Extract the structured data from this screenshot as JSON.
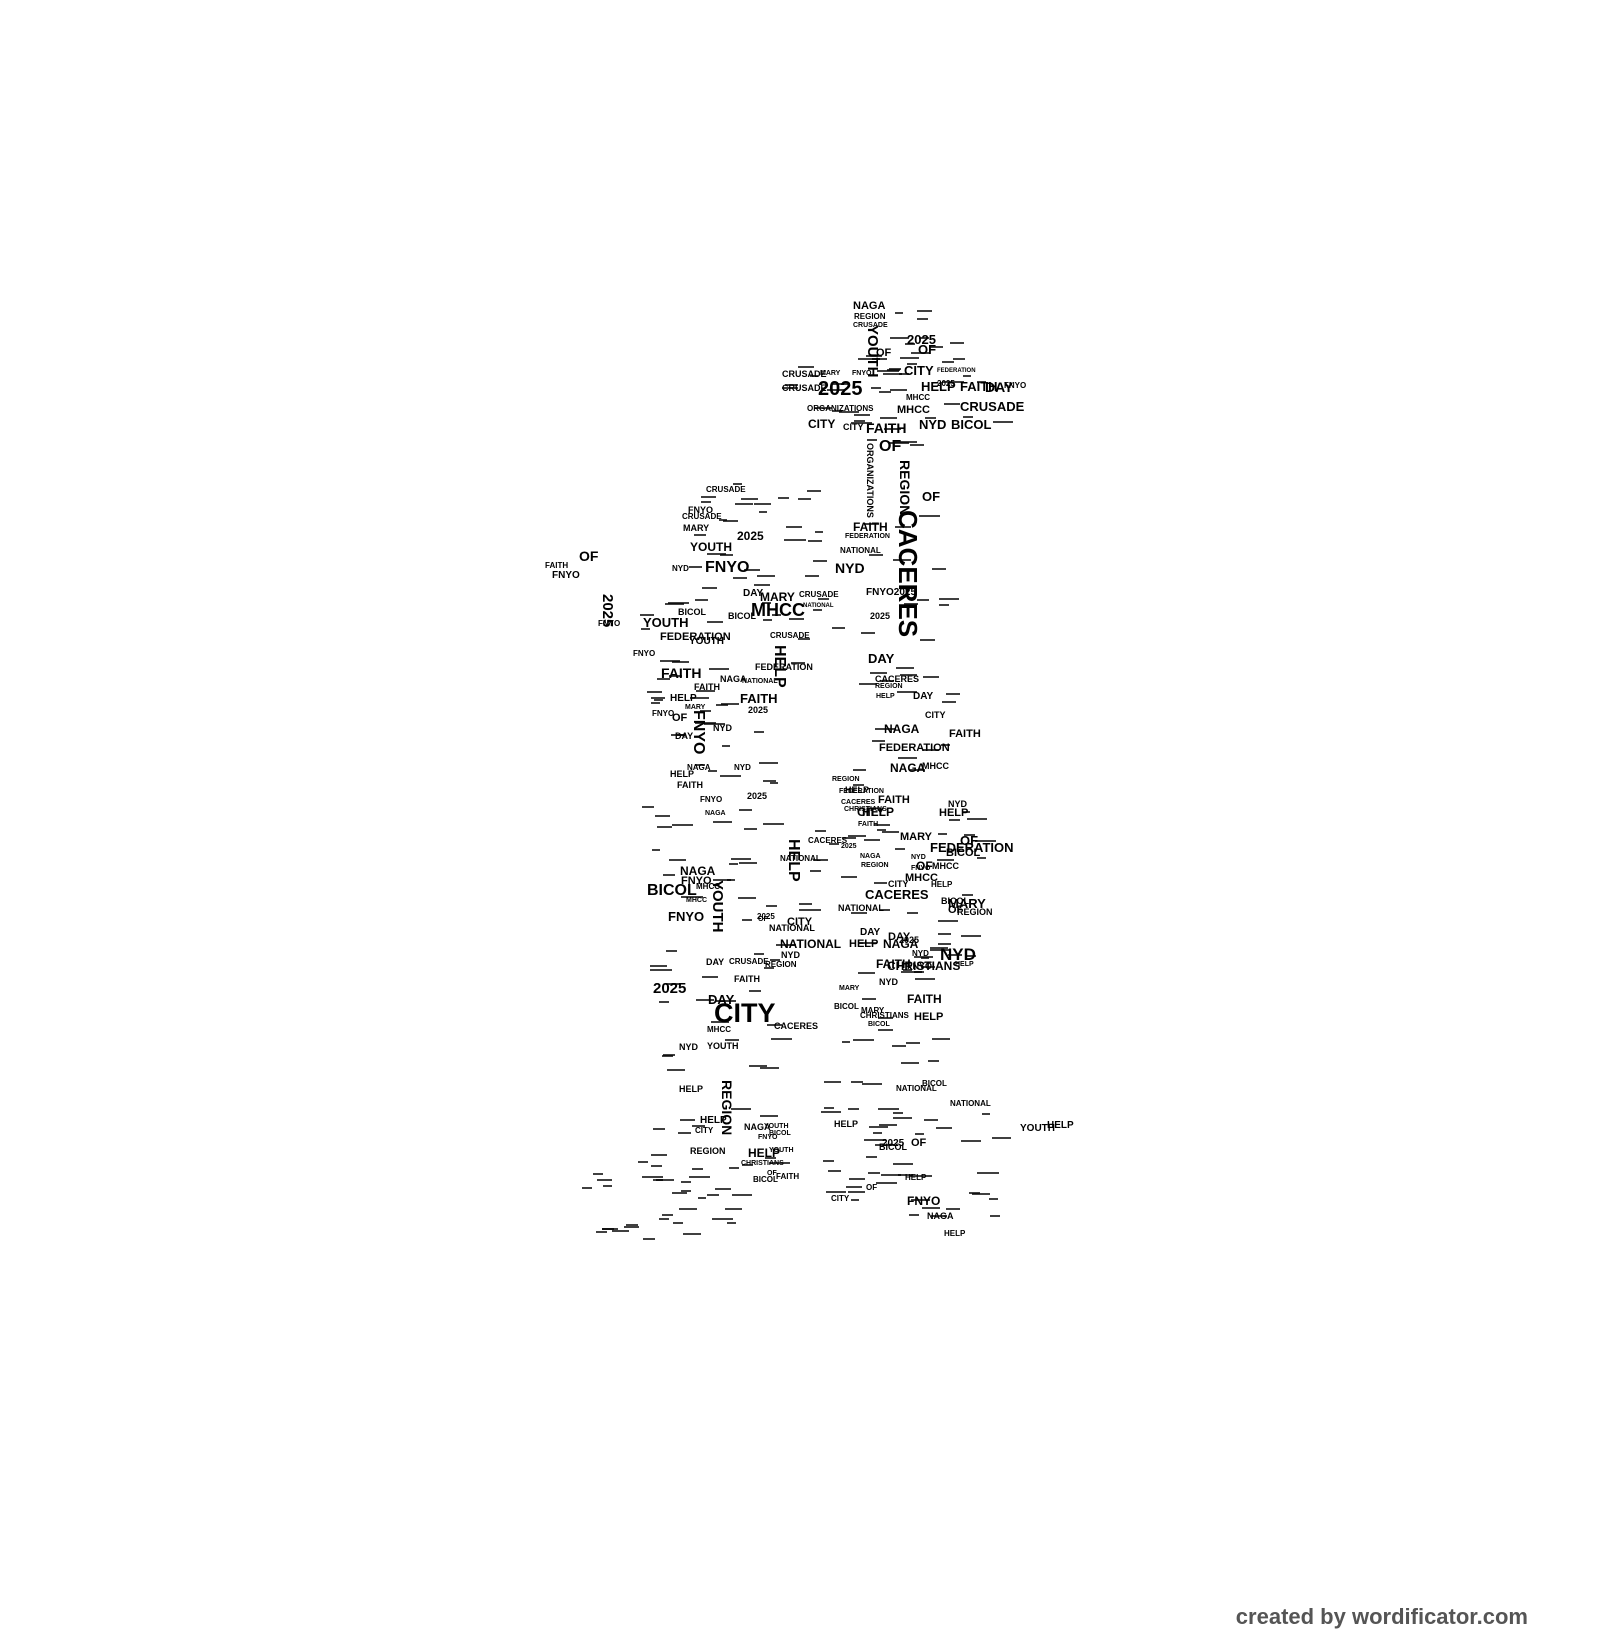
{
  "credit": "created by wordificator.com",
  "colors": {
    "text": "#000000",
    "background": "#ffffff",
    "credit": "#555555"
  },
  "words": [
    {
      "text": "NAGA"
    },
    {
      "text": "REGION"
    },
    {
      "text": "CRUSADE"
    },
    {
      "text": "OF"
    },
    {
      "text": "2025"
    },
    {
      "text": "YOUTH"
    },
    {
      "text": "OF"
    },
    {
      "text": "CITY"
    },
    {
      "text": "CRUSADE"
    },
    {
      "text": "MARY"
    },
    {
      "text": "FNYO"
    },
    {
      "text": "2025"
    },
    {
      "text": "CRUSADE"
    },
    {
      "text": "MHCC"
    },
    {
      "text": "HELP"
    },
    {
      "text": "2025"
    },
    {
      "text": "FAITH"
    },
    {
      "text": "DAY"
    },
    {
      "text": "FNYO"
    },
    {
      "text": "FEDERATION"
    },
    {
      "text": "ORGANIZATIONS"
    },
    {
      "text": "CITY"
    },
    {
      "text": "CITY"
    },
    {
      "text": "FAITH"
    },
    {
      "text": "MHCC"
    },
    {
      "text": "CRUSADE"
    },
    {
      "text": "NYD"
    },
    {
      "text": "BICOL"
    },
    {
      "text": "OF"
    },
    {
      "text": "ORGANIZATIONS"
    },
    {
      "text": "REGION"
    },
    {
      "text": "OF"
    },
    {
      "text": "CACERES"
    },
    {
      "text": "CRUSADE"
    },
    {
      "text": "FNYO"
    },
    {
      "text": "CRUSADE"
    },
    {
      "text": "MARY"
    },
    {
      "text": "2025"
    },
    {
      "text": "YOUTH"
    },
    {
      "text": "FNYO"
    },
    {
      "text": "NYD"
    },
    {
      "text": "FAITH"
    },
    {
      "text": "FEDERATION"
    },
    {
      "text": "NATIONAL"
    },
    {
      "text": "NYD"
    },
    {
      "text": "OF"
    },
    {
      "text": "FAITH"
    },
    {
      "text": "FNYO"
    },
    {
      "text": "2025"
    },
    {
      "text": "DAY"
    },
    {
      "text": "MARY"
    },
    {
      "text": "CRUSADE"
    },
    {
      "text": "MHCC"
    },
    {
      "text": "NATIONAL"
    },
    {
      "text": "BICOL"
    },
    {
      "text": "BICOL"
    },
    {
      "text": "YOUTH"
    },
    {
      "text": "FNYO"
    },
    {
      "text": "FEDERATION"
    },
    {
      "text": "CRUSADE"
    },
    {
      "text": "FNYO"
    },
    {
      "text": "YOUTH"
    },
    {
      "text": "FNYO2025"
    },
    {
      "text": "2025"
    },
    {
      "text": "HELP"
    },
    {
      "text": "FEDERATION"
    },
    {
      "text": "FAITH"
    },
    {
      "text": "NAGA"
    },
    {
      "text": "NATIONAL"
    },
    {
      "text": "DAY"
    },
    {
      "text": "FAITH"
    },
    {
      "text": "CACERES"
    },
    {
      "text": "REGION"
    },
    {
      "text": "HELP"
    },
    {
      "text": "FAITH"
    },
    {
      "text": "HELP"
    },
    {
      "text": "MARY"
    },
    {
      "text": "FNYO"
    },
    {
      "text": "2025"
    },
    {
      "text": "OF"
    },
    {
      "text": "FNYO"
    },
    {
      "text": "NYD"
    },
    {
      "text": "DAY"
    },
    {
      "text": "DAY"
    },
    {
      "text": "CITY"
    },
    {
      "text": "NAGA"
    },
    {
      "text": "FEDERATION"
    },
    {
      "text": "FAITH"
    },
    {
      "text": "NAGA"
    },
    {
      "text": "HELP"
    },
    {
      "text": "NYD"
    },
    {
      "text": "FAITH"
    },
    {
      "text": "FNYO"
    },
    {
      "text": "NAGA"
    },
    {
      "text": "MHCC"
    },
    {
      "text": "HELP"
    },
    {
      "text": "2025"
    },
    {
      "text": "NAGA"
    },
    {
      "text": "REGION"
    },
    {
      "text": "FEDERATION"
    },
    {
      "text": "CACERES"
    },
    {
      "text": "CHRISTIANS"
    },
    {
      "text": "HELP"
    },
    {
      "text": "FAITH"
    },
    {
      "text": "NYD"
    },
    {
      "text": "CITY"
    },
    {
      "text": "MARY"
    },
    {
      "text": "FEDERATION"
    },
    {
      "text": "BICOL"
    },
    {
      "text": "HELP"
    },
    {
      "text": "OF"
    },
    {
      "text": "OF"
    },
    {
      "text": "MHCC"
    },
    {
      "text": "REGION"
    },
    {
      "text": "CACERES"
    },
    {
      "text": "NYD"
    },
    {
      "text": "MHCC"
    },
    {
      "text": "FAITH"
    },
    {
      "text": "NAGA"
    },
    {
      "text": "FNYO"
    },
    {
      "text": "2025"
    },
    {
      "text": "HELP"
    },
    {
      "text": "NATIONAL"
    },
    {
      "text": "HELP"
    },
    {
      "text": "CITY"
    },
    {
      "text": "MARY"
    },
    {
      "text": "MHCC"
    },
    {
      "text": "NAGA"
    },
    {
      "text": "FNYO"
    },
    {
      "text": "BICOL"
    },
    {
      "text": "MHCC"
    },
    {
      "text": "YOUTH"
    },
    {
      "text": "FNYO"
    },
    {
      "text": "2025"
    },
    {
      "text": "CACERES"
    },
    {
      "text": "BICOL"
    },
    {
      "text": "NATIONAL"
    },
    {
      "text": "CITY"
    },
    {
      "text": "NATIONAL"
    },
    {
      "text": "OF"
    },
    {
      "text": "OF"
    },
    {
      "text": "REGION"
    },
    {
      "text": "DAY"
    },
    {
      "text": "NATIONAL"
    },
    {
      "text": "NYD"
    },
    {
      "text": "DAY"
    },
    {
      "text": "REGION"
    },
    {
      "text": "HELP"
    },
    {
      "text": "FAITH"
    },
    {
      "text": "FNYO"
    },
    {
      "text": "NYD"
    },
    {
      "text": "HELP"
    },
    {
      "text": "DAY"
    },
    {
      "text": "CRUSADE"
    },
    {
      "text": "2025"
    },
    {
      "text": "MARY"
    },
    {
      "text": "NAGA"
    },
    {
      "text": "NYD"
    },
    {
      "text": "FAITH"
    },
    {
      "text": "NYD"
    },
    {
      "text": "BICOL"
    },
    {
      "text": "CHRISTIANS"
    },
    {
      "text": "2025"
    },
    {
      "text": "FAITH"
    },
    {
      "text": "CHRISTIANS"
    },
    {
      "text": "CITY"
    },
    {
      "text": "DAY"
    },
    {
      "text": "MHCC"
    },
    {
      "text": "YOUTH"
    },
    {
      "text": "NYD"
    },
    {
      "text": "CACERES"
    },
    {
      "text": "MARY"
    },
    {
      "text": "HELP"
    },
    {
      "text": "BICOL"
    },
    {
      "text": "HELP"
    },
    {
      "text": "REGION"
    },
    {
      "text": "NATIONAL"
    },
    {
      "text": "HELP"
    },
    {
      "text": "CITY"
    },
    {
      "text": "NAGA"
    },
    {
      "text": "YOUTH"
    },
    {
      "text": "REGION"
    },
    {
      "text": "2025"
    },
    {
      "text": "OF"
    },
    {
      "text": "HELP"
    },
    {
      "text": "YOUTH"
    },
    {
      "text": "BICOL"
    },
    {
      "text": "BICOL"
    },
    {
      "text": "HELP"
    },
    {
      "text": "OF"
    },
    {
      "text": "FNYO"
    },
    {
      "text": "CITY"
    },
    {
      "text": "HELP"
    },
    {
      "text": "BICOL"
    },
    {
      "text": "FNYO"
    },
    {
      "text": "OF"
    },
    {
      "text": "FAITH"
    },
    {
      "text": "CHRISTIANS"
    },
    {
      "text": "BICOL"
    },
    {
      "text": "NATIONAL"
    },
    {
      "text": "YOUTH"
    },
    {
      "text": "HELP"
    },
    {
      "text": "NAGA"
    },
    {
      "text": "HELP"
    },
    {
      "text": "YOUTH"
    },
    {
      "text": "CRUSADE"
    },
    {
      "text": "CITY"
    }
  ]
}
